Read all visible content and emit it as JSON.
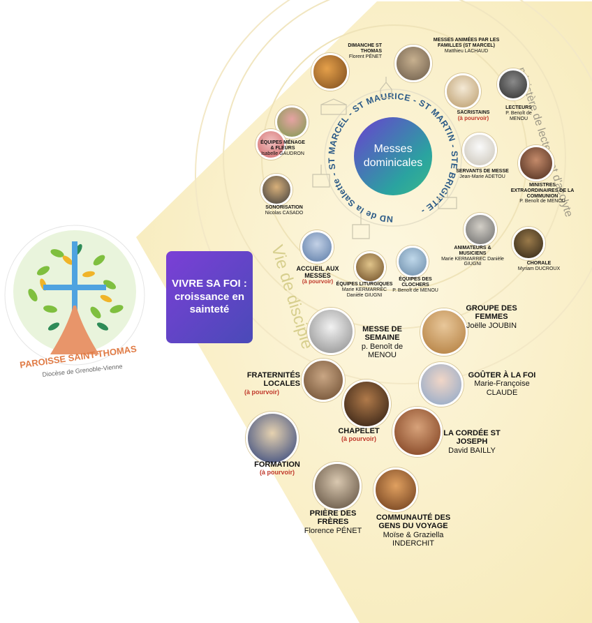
{
  "colors": {
    "accent_purple": "#6a3fd0",
    "teal": "#2aa3a0",
    "red": "#c0392b",
    "cream": "#fbf3d6"
  },
  "logo": {
    "parish": "PAROISSE SAINT-THOMAS",
    "diocese": "Diocèse de Grenoble-Vienne"
  },
  "vivre": "VIVRE SA FOI : croissance en sainteté",
  "vie_de_disciple": "Vie de disciple",
  "ministere": "ministère de lecteur et d'acolyte",
  "messes_dominicales": "Messes dominicales",
  "churches_ring": "ND de la Salette - ST MARCEL - ST MAURICE - ST MARTIN - STE BRIGITTE -",
  "inner": {
    "dimanche": {
      "title": "DIMANCHE ST THOMAS",
      "person": "Florent PÉNET"
    },
    "familles": {
      "title": "MESSES ANIMÉES PAR LES FAMILLES (ST MARCEL)",
      "person": "Matthieu LACHAUD"
    },
    "sacristains": {
      "title": "SACRISTAINS",
      "status": "(à pourvoir)"
    },
    "lecteurs": {
      "title": "LECTEURS",
      "person": "P. Benoît de MENOU"
    },
    "menage": {
      "title": "ÉQUIPES MÉNAGE & FLEURS",
      "person": "Isabelle GAUDRON"
    },
    "sonorisation": {
      "title": "SONORISATION",
      "person": "Nicolas CASADO"
    },
    "servants": {
      "title": "SERVANTS DE MESSE",
      "person": "Jean-Marie ADETOU"
    },
    "ministres": {
      "title": "MINISTRES EXTRAORDINAIRES DE LA COMMUNION",
      "person": "P. Benoît de MENOU"
    },
    "animateurs": {
      "title": "ANIMATEURS & MUSICIENS",
      "person": "Marie KERMARREC Danièle GIUGNI"
    },
    "chorale": {
      "title": "CHORALE",
      "person": "Myriam DUCROUX"
    },
    "accueil": {
      "title": "ACCUEIL AUX MESSES",
      "status": "(à pourvoir)"
    },
    "liturgiques": {
      "title": "ÉQUIPES LITURGIQUES",
      "person": "Marie KERMARREC Danièle GIUGNI"
    },
    "clochers": {
      "title": "ÉQUIPES DES CLOCHERS",
      "person": "P. Benoît de MENOU"
    }
  },
  "outer": {
    "semaine": {
      "title": "MESSE DE SEMAINE",
      "person": "p. Benoît de MENOU"
    },
    "femmes": {
      "title": "GROUPE DES FEMMES",
      "person": "Joëlle JOUBIN"
    },
    "fraternites": {
      "title": "FRATERNITÉS LOCALES",
      "status": "(à pourvoir)"
    },
    "gouter": {
      "title": "GOÛTER À LA FOI",
      "person": "Marie-Françoise CLAUDE"
    },
    "chapelet": {
      "title": "CHAPELET",
      "status": "(à pourvoir)"
    },
    "cordee": {
      "title": "LA CORDÉE ST JOSEPH",
      "person": "David BAILLY"
    },
    "formation": {
      "title": "FORMATION",
      "status": "(à pourvoir)"
    },
    "priere": {
      "title": "PRIÈRE DES FRÈRES",
      "person": "Florence PÉNET"
    },
    "voyage": {
      "title": "COMMUNAUTÉ DES GENS DU VOYAGE",
      "person": "Moïse & Graziella INDERCHIT"
    }
  }
}
